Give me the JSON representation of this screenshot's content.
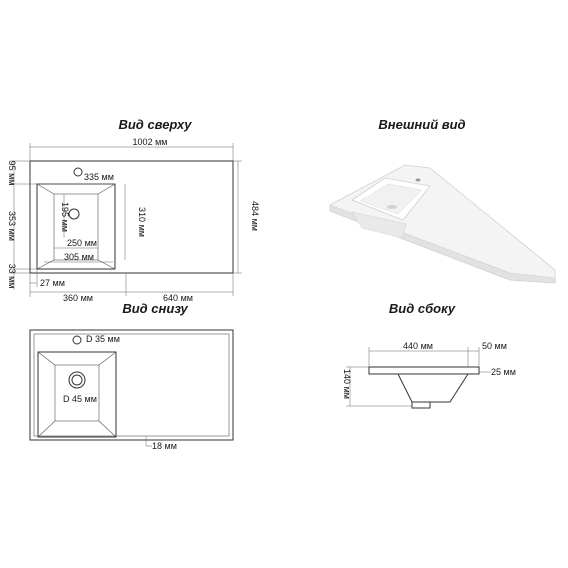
{
  "views": {
    "top": {
      "title": "Вид сверху",
      "width_total": "1002 мм",
      "depth_total": "484 мм",
      "back_edge": "95 мм",
      "bowl_depth": "353 мм",
      "front_edge": "33 мм",
      "hole_dia": "335 мм",
      "bowl_inner_depth": "310 мм",
      "bowl_bottom_depth": "195 мм",
      "bowl_bottom_width": "250 мм",
      "bowl_inner_width": "305 мм",
      "left_edge": "27 мм",
      "left_section": "360 мм",
      "right_section": "640 мм"
    },
    "exterior": {
      "title": "Внешний вид"
    },
    "bottom": {
      "title": "Вид снизу",
      "tap_hole": "D 35 мм",
      "drain": "D 45 мм",
      "thickness": "18 мм"
    },
    "side": {
      "title": "Вид сбоку",
      "bowl_length": "440 мм",
      "rear_edge": "50 мм",
      "lip": "25 мм",
      "height": "140 мм"
    }
  }
}
